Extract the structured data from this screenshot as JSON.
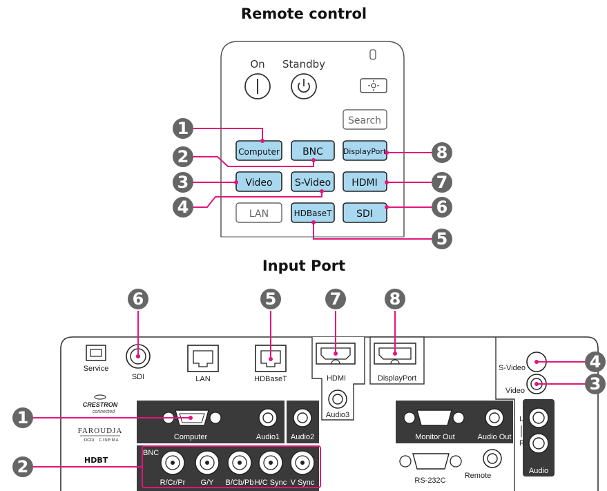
{
  "titles": {
    "remote": "Remote control",
    "input": "Input Port"
  },
  "remote": {
    "on": "On",
    "standby": "Standby",
    "buttons": {
      "computer": "Computer",
      "bnc": "BNC",
      "displayport": "DisplayPort",
      "search": "Search",
      "video": "Video",
      "svideo": "S-Video",
      "hdmi": "HDMI",
      "lan": "LAN",
      "hdbaset": "HDBaseT",
      "sdi": "SDI"
    }
  },
  "callouts": [
    "1",
    "2",
    "3",
    "4",
    "5",
    "6",
    "7",
    "8"
  ],
  "ports": {
    "service": "Service",
    "sdi": "SDI",
    "lan": "LAN",
    "hdbaset": "HDBaseT",
    "hdmi": "HDMI",
    "displayport": "DisplayPort",
    "audio3": "Audio3",
    "svideo": "S-Video",
    "video": "Video",
    "computer": "Computer",
    "audio1": "Audio1",
    "audio2": "Audio2",
    "monitor_out": "Monitor Out",
    "audio_out": "Audio Out",
    "audio": "Audio",
    "l": "L",
    "r": "R",
    "bnc": "BNC",
    "rcrpr": "R/Cr/Pr",
    "gy": "G/Y",
    "bcbpb": "B/Cb/Pb",
    "hcsync": "H/C Sync",
    "vsync": "V Sync",
    "rs232c": "RS-232C",
    "remote": "Remote"
  },
  "logos": {
    "crestron": "CRESTRON",
    "crestron_sub": "connected",
    "faroudja": "FAROUDJA",
    "dcdi": "DCDi",
    "cinema": "CINEMA",
    "hdbaset": "HDBT"
  },
  "colors": {
    "accent": "#e2157b",
    "button_blue": "#a8d8f0",
    "callout": "#666666",
    "panel": "#3a3a3a"
  }
}
